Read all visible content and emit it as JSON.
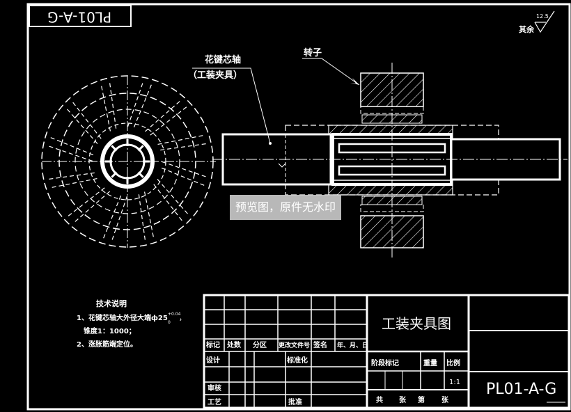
{
  "corner_code": "PL01-A-G",
  "roughness": {
    "value": "12.5",
    "label": "其余"
  },
  "callouts": {
    "mandrel_line1": "花键芯轴",
    "mandrel_line2": "（工装夹具）",
    "rotor": "转子"
  },
  "watermark": "预览图，原件无水印",
  "tech_notes": {
    "title": "技术说明",
    "item1_prefix": "1、花键芯轴大外径大端ф25",
    "tolerance_upper": "+0.04",
    "tolerance_lower": "0",
    "item1_suffix": "，",
    "item1_line2": "锥度1：1000；",
    "item2": "2、涨胀筋端定位。"
  },
  "title_block": {
    "drawing_title": "工装夹具图",
    "drawing_code": "PL01-A-G",
    "scale": "1:1",
    "headers": [
      "标记",
      "处数",
      "分区",
      "更改文件号",
      "签名",
      "年、月、日"
    ],
    "design": "设计",
    "standardization": "标准化",
    "review": "审核",
    "process": "工艺",
    "approve": "批准",
    "stage_mark": "阶段标记",
    "weight": "重量",
    "ratio": "比例",
    "sheets_total": "共",
    "sheets_unit1": "张",
    "sheets_no": "第",
    "sheets_unit2": "张"
  }
}
